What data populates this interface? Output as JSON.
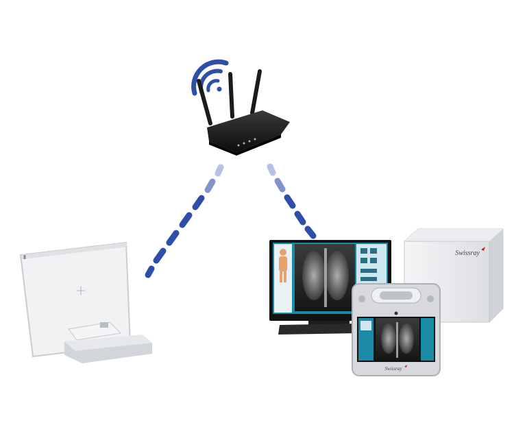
{
  "diagram": {
    "nodes": [
      {
        "id": "router",
        "icon": "wifi-router-icon"
      },
      {
        "id": "detector",
        "icon": "flat-panel-detector-icon"
      },
      {
        "id": "workstation",
        "icon": "monitor-xray-icon"
      },
      {
        "id": "tablet",
        "icon": "tablet-xray-icon"
      },
      {
        "id": "server",
        "icon": "server-box-icon"
      }
    ],
    "links": [
      {
        "from": "router",
        "to": "detector",
        "style": "dashed-wireless"
      },
      {
        "from": "router",
        "to": "workstation",
        "style": "dashed-wireless"
      }
    ]
  },
  "branding": {
    "server_logo": "Swissray",
    "tablet_logo": "Swissray"
  },
  "colors": {
    "wifi_blue": "#2e4fa8",
    "router_black": "#1b1b1b",
    "detector_white": "#f1f2f4",
    "screen_teal": "#1a8aa6",
    "device_grey": "#d7d9dc",
    "brand_red": "#c8202a"
  }
}
